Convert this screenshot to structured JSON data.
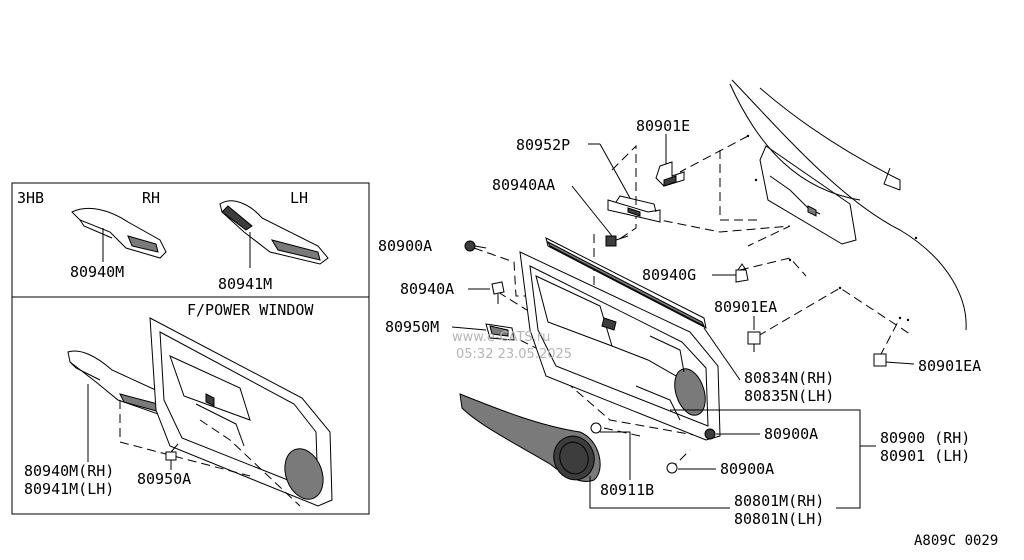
{
  "inset": {
    "box_3hb": {
      "title": "3HB",
      "rh_label": "RH",
      "lh_label": "LH",
      "part_rh": "80940M",
      "part_lh": "80941M"
    },
    "box_power_window": {
      "title": "F/POWER WINDOW",
      "part_switch_line1": "80940M(RH)",
      "part_switch_line2": "80941M(LH)",
      "part_screw": "80950A"
    }
  },
  "callouts": {
    "p80901E": "80901E",
    "p80952P": "80952P",
    "p80940AA": "80940AA",
    "p80900A_top": "80900A",
    "p80940A": "80940A",
    "p80950M": "80950M",
    "p80940G": "80940G",
    "p80901EA_mid": "80901EA",
    "p80901EA_right": "80901EA",
    "p80834N": "80834N(RH)",
    "p80835N": "80835N(LH)",
    "p80900A_mid": "80900A",
    "p80900A_low": "80900A",
    "p80900": "80900 (RH)",
    "p80901": "80901 (LH)",
    "p80911B": "80911B",
    "p80801M": "80801M(RH)",
    "p80801N": "80801N(LH)"
  },
  "watermark": {
    "site": "www.e-CATS.ru",
    "timestamp": "05:32 23.05.2025"
  },
  "diagram_code": "A809C 0029"
}
